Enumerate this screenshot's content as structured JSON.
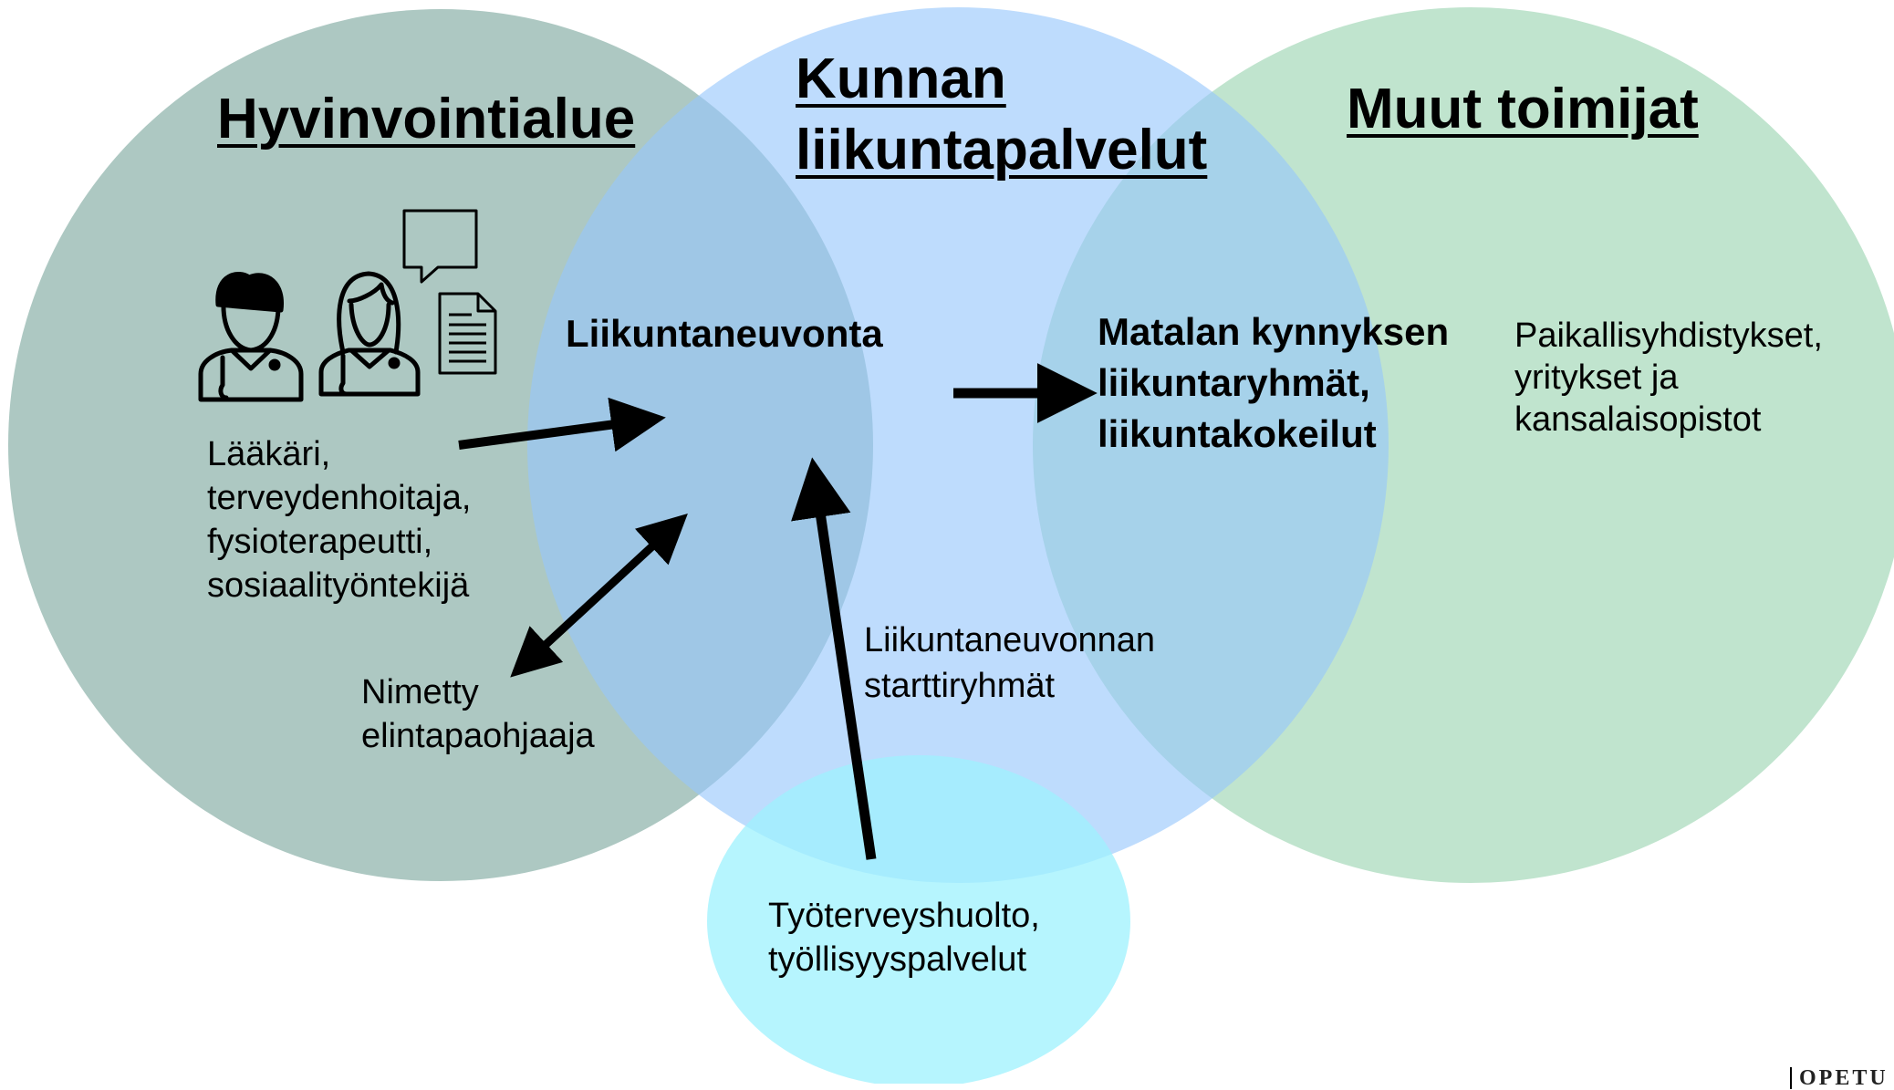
{
  "colors": {
    "hyvinvointialue": "#adc8c2",
    "kunta": "#aed0fb",
    "muut": "#c0e4ce",
    "tyoterveys": "#aaf0fb",
    "arrow": "#000000"
  },
  "titles": {
    "hyvinvointialue": "Hyvinvointialue",
    "kunta_line1": "Kunnan",
    "kunta_line2": "liikuntapalvelut",
    "muut": "Muut toimijat"
  },
  "labels": {
    "liikuntaneuvonta": "Liikuntaneuvonta",
    "matalan_line1": "Matalan kynnyksen",
    "matalan_line2": "liikuntaryhmät,",
    "matalan_line3": "liikuntakokeilut",
    "paikalliset_line1": "Paikallisyhdistykset,",
    "paikalliset_line2": "yritykset ja",
    "paikalliset_line3": "kansalaisopistot",
    "ammatti_line1": "Lääkäri,",
    "ammatti_line2": "terveydenhoitaja,",
    "ammatti_line3": "fysioterapeutti,",
    "ammatti_line4": "sosiaalityöntekijä",
    "nimetty_line1": "Nimetty",
    "nimetty_line2": "elintapaohjaaja",
    "starttiryhmat_line1": "Liikuntaneuvonnan",
    "starttiryhmat_line2": "starttiryhmät",
    "tyoterveys_line1": "Työterveyshuolto,",
    "tyoterveys_line2": "työllisyyspalvelut"
  },
  "footer": "OPETU",
  "icons": [
    "male-doctor-icon",
    "female-doctor-icon",
    "speech-bubble-icon",
    "document-icon"
  ]
}
